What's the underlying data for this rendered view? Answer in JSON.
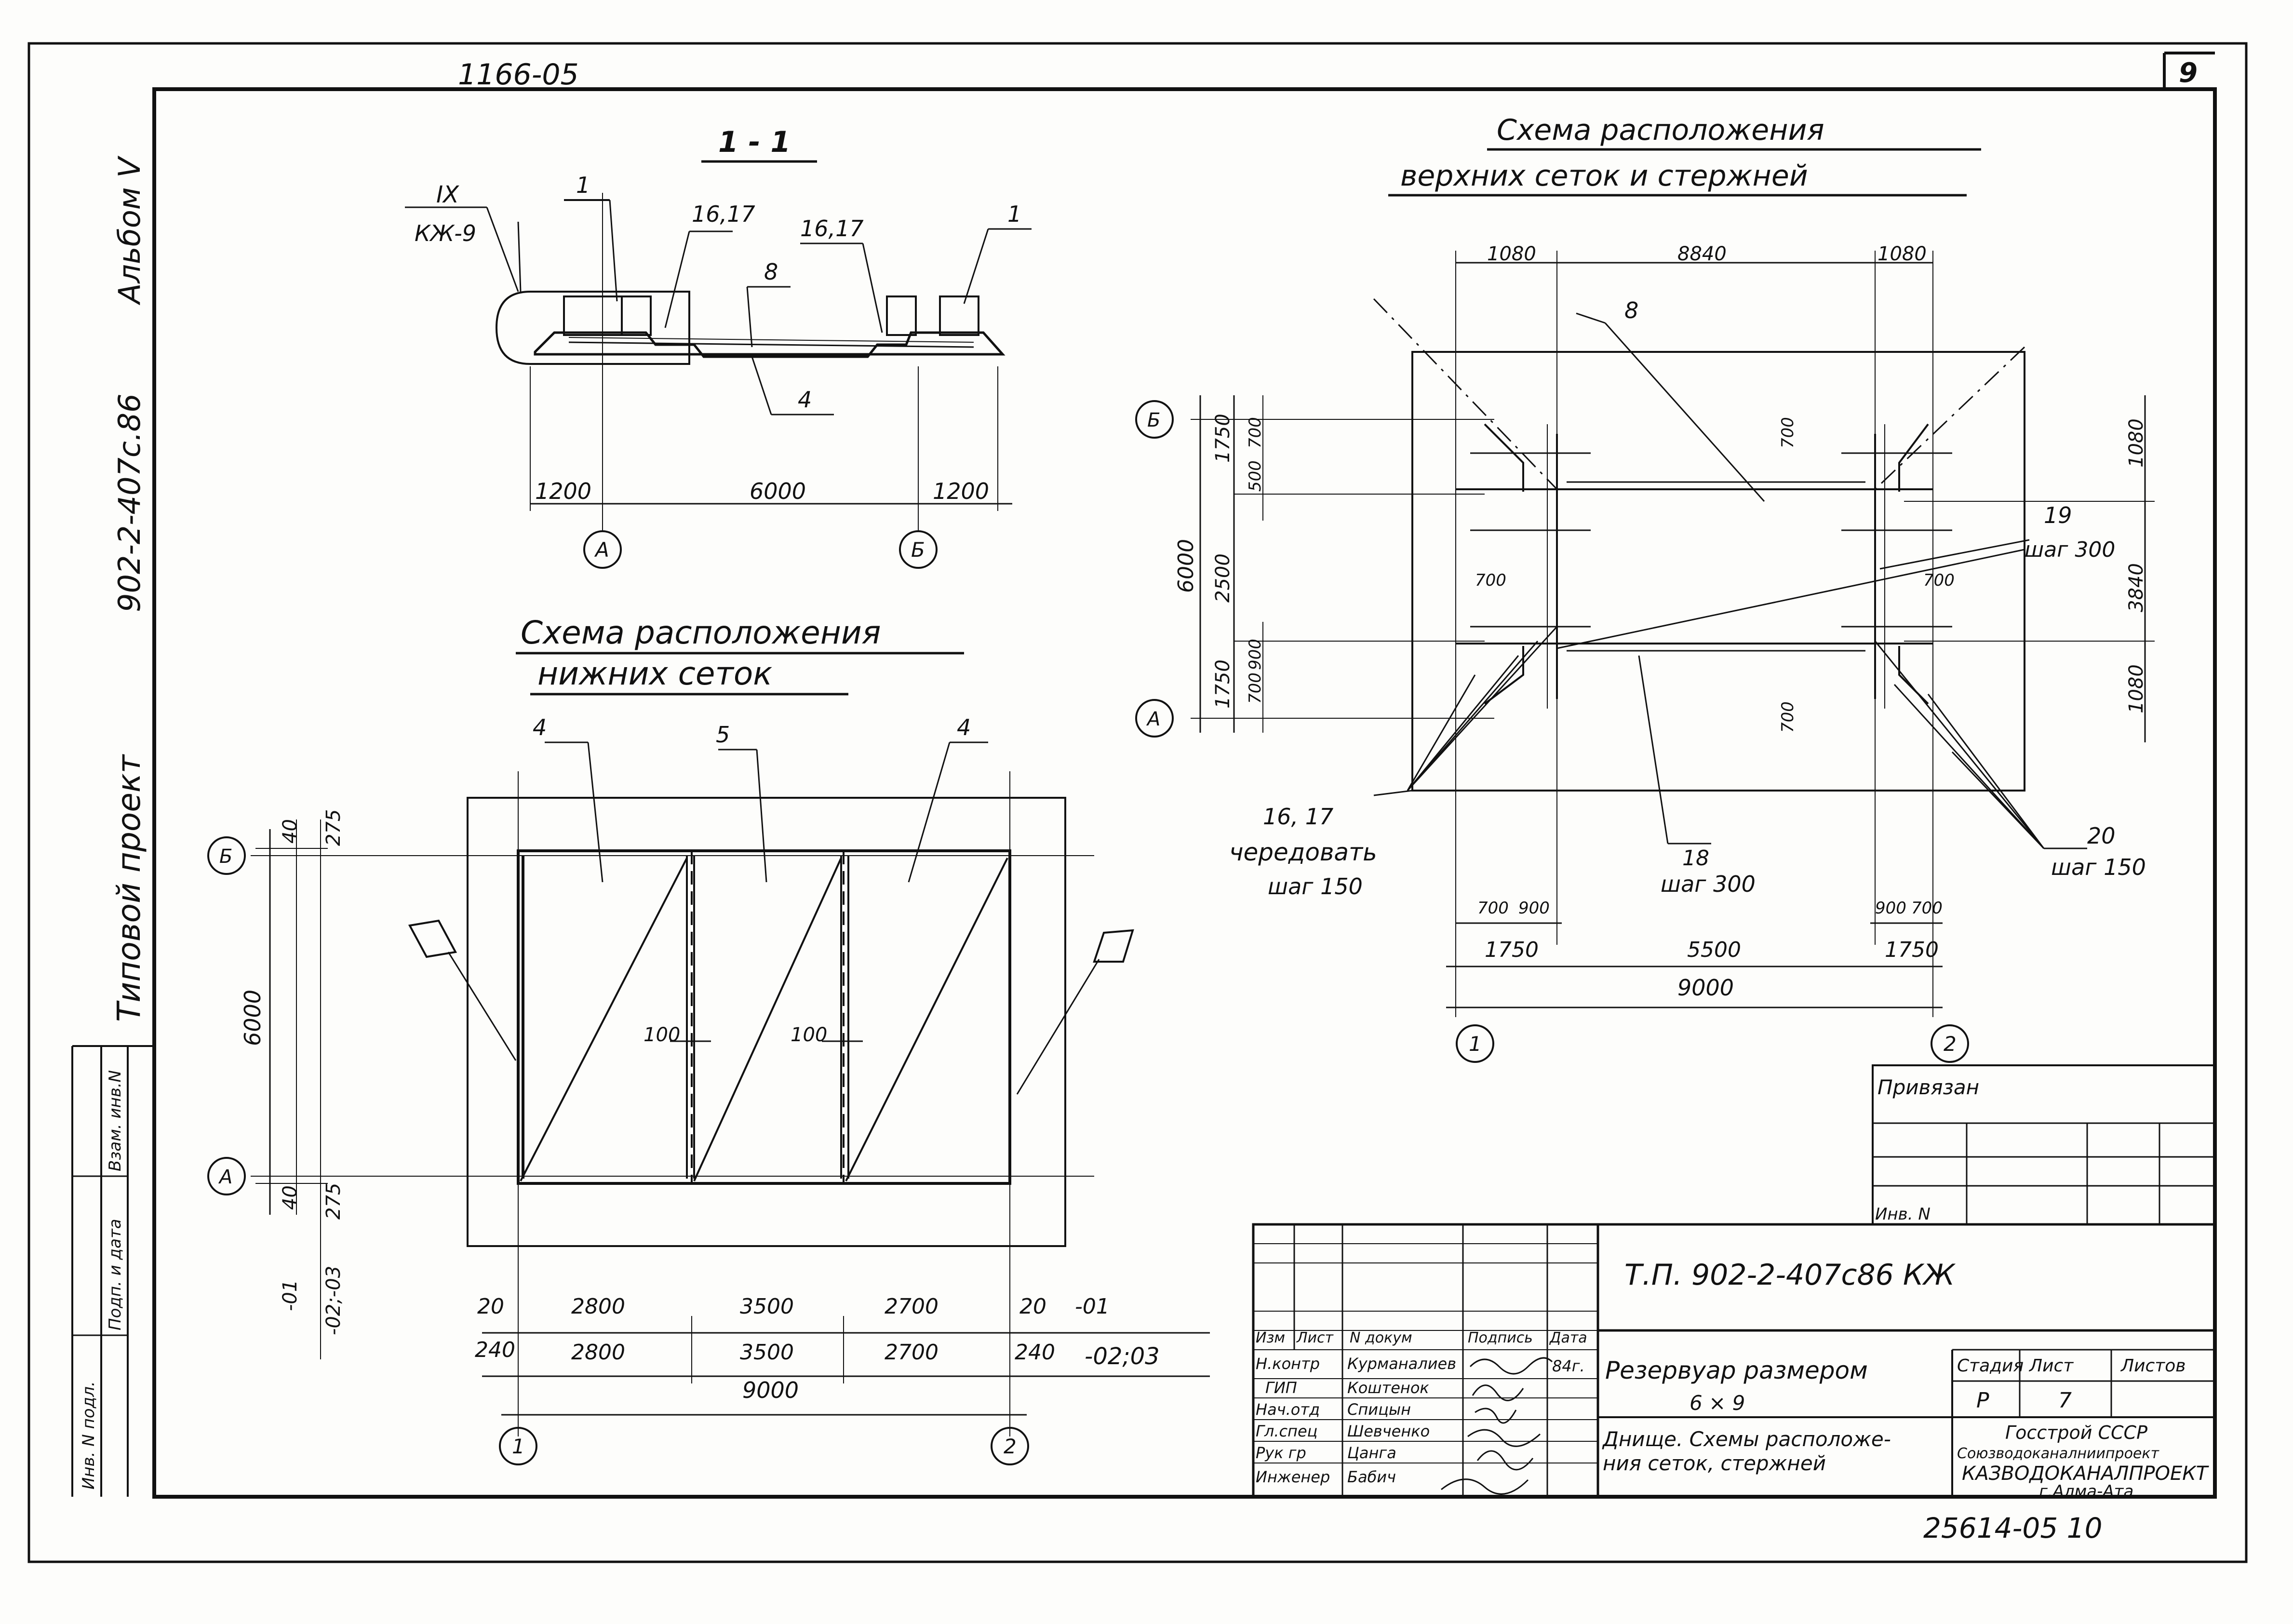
{
  "sheet": {
    "archive_no": "1166-05",
    "sheet_no": "9",
    "side_project": "Типовой проект",
    "side_code": "902-2-407с.86",
    "side_album": "Альбом V",
    "stamp_cols": [
      "Инв. N подл.",
      "Подп. и дата",
      "Взам. инв.N"
    ],
    "footer_no": "25614-05 10"
  },
  "section": {
    "title": "1 - 1",
    "callout_num": "IX",
    "callout_ref": "КЖ-9",
    "labels": [
      "1",
      "16,17",
      "16,17",
      "8",
      "1",
      "4"
    ],
    "dims": [
      "1200",
      "6000",
      "1200"
    ],
    "axes": [
      "А",
      "Б"
    ]
  },
  "lower": {
    "title_1": "Схема расположения",
    "title_2": "нижних сеток",
    "marks": [
      "4",
      "5",
      "4"
    ],
    "notch_labels": [
      "100",
      "100"
    ],
    "left_dims": [
      "40",
      "275",
      "6000",
      "40",
      "275",
      "-01",
      "-02;-03"
    ],
    "row1": [
      "20",
      "2800",
      "3500",
      "2700",
      "20",
      "-01"
    ],
    "row2": [
      "240",
      "2800",
      "3500",
      "2700",
      "240",
      "-02;03"
    ],
    "total": "9000",
    "axes_left": [
      "Б",
      "А"
    ],
    "axes_bottom": [
      "1",
      "2"
    ]
  },
  "upper": {
    "title_1": "Схема расположения",
    "title_2": "верхних сеток и стержней",
    "top_dims": [
      "1080",
      "8840",
      "1080"
    ],
    "left_dims": [
      "1750",
      "700",
      "500",
      "2500",
      "6000",
      "1750",
      "700",
      "900"
    ],
    "right_dims": [
      "1080",
      "3840",
      "1080"
    ],
    "inner_dims": [
      "700",
      "700",
      "700",
      "700"
    ],
    "mark_8": "8",
    "mark_19": "19",
    "step_19": "шаг 300",
    "mark_18": "18",
    "step_18": "шаг 300",
    "mark_1617": "16, 17",
    "alt_1617": "чередовать",
    "step_1617": "шаг 150",
    "mark_20": "20",
    "step_20": "шаг 150",
    "bottom_small": [
      "700",
      "900",
      "900",
      "700"
    ],
    "bottom_dims": [
      "1750",
      "5500",
      "1750"
    ],
    "total": "9000",
    "axes_left": [
      "Б",
      "А"
    ],
    "axes_bottom": [
      "1",
      "2"
    ]
  },
  "binding": {
    "title": "Привязан",
    "inv": "Инв. N"
  },
  "title_block": {
    "code": "Т.П. 902-2-407с86 КЖ",
    "headers": [
      "Изм",
      "Лист",
      "N докум",
      "Подпись",
      "Дата"
    ],
    "roles": [
      "Н.контр",
      "ГИП",
      "Нач.отд",
      "Гл.спец",
      "Рук гр",
      "Инженер"
    ],
    "names": [
      "Курманалиев",
      "Коштенок",
      "Спицын",
      "Шевченко",
      "Цанга",
      "Бабич"
    ],
    "date": "84г.",
    "object_1": "Резервуар размером",
    "object_2": "6 × 9",
    "sheet_title_1": "Днище. Схемы расположе-",
    "sheet_title_2": "ния сеток, стержней",
    "stage_head": [
      "Стадия",
      "Лист",
      "Листов"
    ],
    "stage_vals": [
      "Р",
      "7",
      ""
    ],
    "org_1": "Госстрой СССР",
    "org_2": "Союзводоканалниипроект",
    "org_3": "КАЗВОДОКАНАЛПРОЕКТ",
    "org_4": "г.Алма-Ата"
  }
}
